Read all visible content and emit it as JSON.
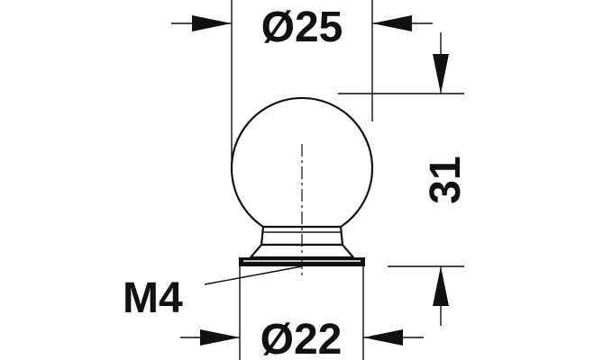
{
  "labels": {
    "top_diameter": "Ø25",
    "bottom_diameter": "Ø22",
    "height": "31",
    "thread": "M4"
  },
  "colors": {
    "ink": "#111111",
    "background": "#ffffff"
  }
}
